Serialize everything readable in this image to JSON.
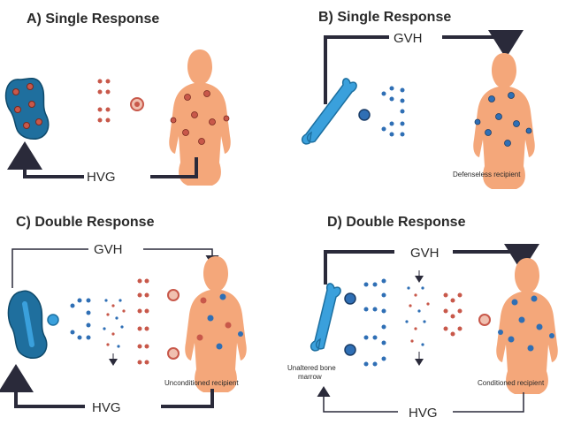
{
  "panels": {
    "A": {
      "title": "A) Single Response",
      "bottom_arrow": "HVG"
    },
    "B": {
      "title": "B) Single Response",
      "top_arrow": "GVH",
      "caption": "Defenseless recipient"
    },
    "C": {
      "title": "C) Double Response",
      "top_arrow": "GVH",
      "bottom_arrow": "HVG",
      "caption": "Unconditioned recipient"
    },
    "D": {
      "title": "D) Double Response",
      "top_arrow": "GVH",
      "bottom_arrow": "HVG",
      "caption": "Conditioned recipient",
      "bone_caption_line1": "Unaltered bone",
      "bone_caption_line2": "marrow"
    }
  },
  "colors": {
    "body": "#f4a77a",
    "kidney": "#1f6f9e",
    "bone": "#3aa0dc",
    "blue_cell": "#2f6fb5",
    "red_cell": "#c8584a",
    "arrow": "#2a2a3a"
  }
}
